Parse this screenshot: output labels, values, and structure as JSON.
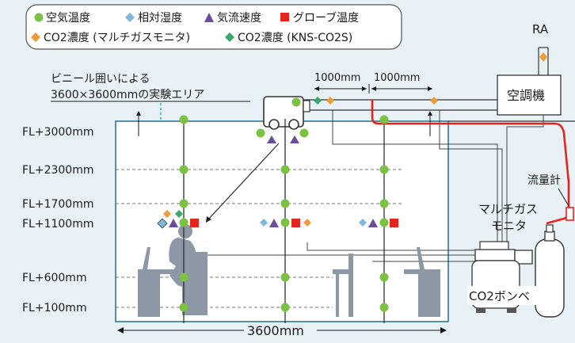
{
  "legend": {
    "items": [
      {
        "key": "air_temp",
        "label": "空気温度",
        "color": "#7cc242",
        "shape": "circle"
      },
      {
        "key": "rel_humidity",
        "label": "相対湿度",
        "color": "#7fb8d8",
        "shape": "diamond"
      },
      {
        "key": "air_velocity",
        "label": "気流速度",
        "color": "#6a4d9c",
        "shape": "triangle"
      },
      {
        "key": "globe_temp",
        "label": "グローブ温度",
        "color": "#e52420",
        "shape": "square"
      },
      {
        "key": "co2_multigas",
        "label": "CO2濃度 (マルチガスモニタ)",
        "color": "#f19a38",
        "shape": "diamond"
      },
      {
        "key": "co2_kns",
        "label": "CO2濃度 (KNS-CO2S)",
        "color": "#3aa66b",
        "shape": "diamond"
      }
    ]
  },
  "annotations": {
    "vinyl_line1": "ビニール囲いによる",
    "vinyl_line2": "3600×3600mmの実験エリア",
    "dim1": "1000mm",
    "dim2": "1000mm",
    "ra": "RA",
    "aircon": "空調機",
    "flowmeter": "流量計",
    "multigas_line1": "マルチガス",
    "multigas_line2": "モニタ",
    "co2_cylinder": "CO2ボンベ",
    "width_dim": "3600mm"
  },
  "heights": [
    {
      "label": "FL+3000mm"
    },
    {
      "label": "FL+2300mm"
    },
    {
      "label": "FL+1700mm"
    },
    {
      "label": "FL+1100mm"
    },
    {
      "label": "FL+600mm"
    },
    {
      "label": "FL+100mm"
    }
  ],
  "colors": {
    "background": "#e8f2f6",
    "room_border": "#1f6f8b",
    "co2_supply_pipe": "#e52420",
    "ceiling_duct": "#333333"
  }
}
